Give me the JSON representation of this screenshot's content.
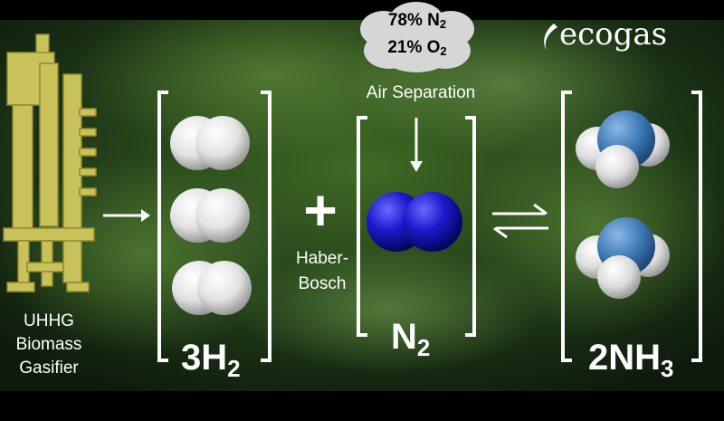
{
  "gasifier": {
    "line1": "UHHG",
    "line2": "Biomass",
    "line3": "Gasifier"
  },
  "hydrogen": {
    "coefficient": "3H",
    "subscript": "2"
  },
  "plus": "+",
  "process": {
    "line1": "Haber-",
    "line2": "Bosch"
  },
  "air": {
    "n2_pct": "78% N",
    "n2_sub": "2",
    "o2_pct": "21% O",
    "o2_sub": "2",
    "label": "Air Separation"
  },
  "nitrogen": {
    "symbol": "N",
    "subscript": "2"
  },
  "ammonia": {
    "coefficient": "2NH",
    "subscript": "3"
  },
  "logo": {
    "text": "ecogas"
  },
  "colors": {
    "gasifier": "#c9c25a",
    "nitrogen": "#1a1acc",
    "nitrogen_in_ammonia": "#3d78b4",
    "hydrogen": "#e8e8e8",
    "background": "#1e3a12"
  }
}
